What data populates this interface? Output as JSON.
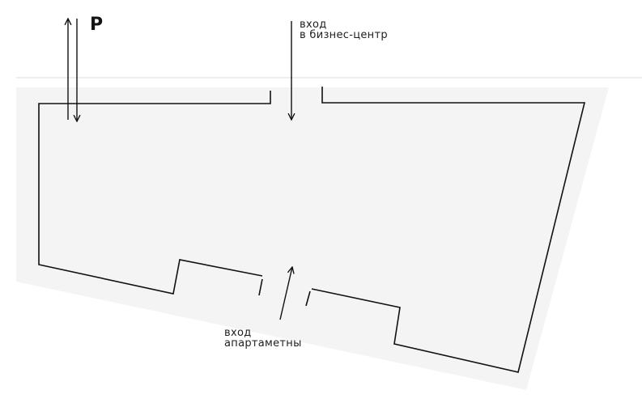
{
  "parking": {
    "label": "P"
  },
  "business_entrance": {
    "line1": "вход",
    "line2": "в бизнес-центр"
  },
  "apartments_entrance": {
    "line1": "вход",
    "line2": "апартаметны"
  },
  "colors": {
    "background": "#ffffff",
    "floor_fill": "#f4f4f4",
    "walls": "#111111",
    "divider": "#dddddd",
    "text": "#1e1e1e"
  }
}
